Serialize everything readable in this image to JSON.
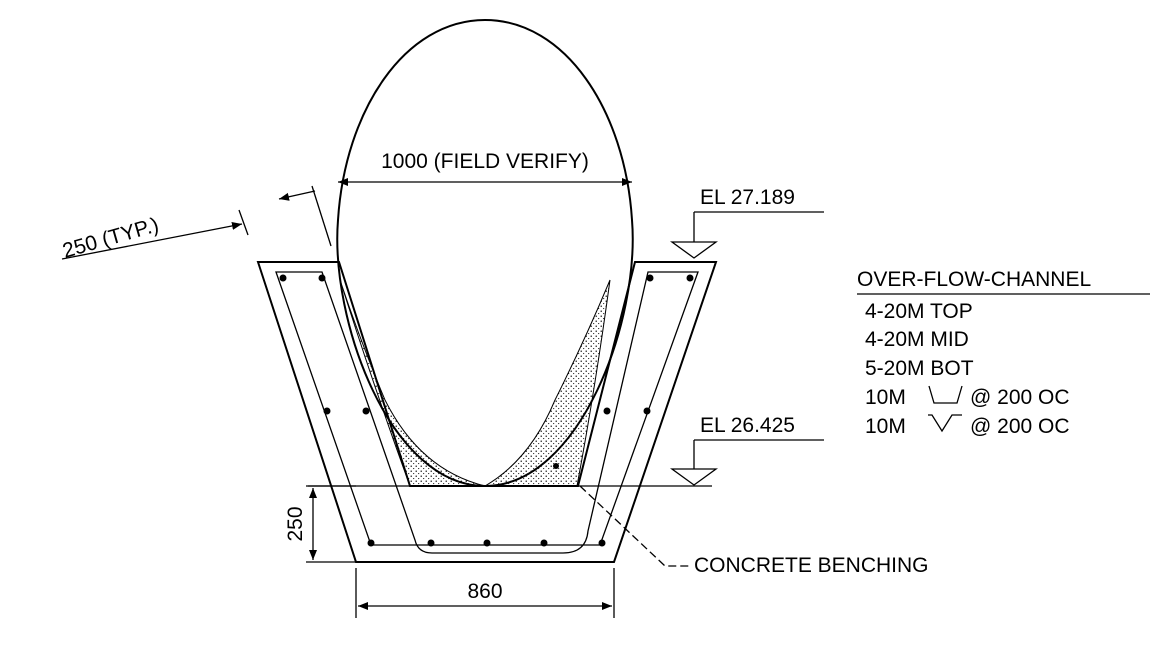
{
  "drawing": {
    "dim_width_top": "1000 (FIELD VERIFY)",
    "dim_wall_thickness": "250 (TYP.)",
    "dim_base_thickness": "250",
    "dim_base_width": "860",
    "elev_top": "EL 27.189",
    "elev_bottom": "EL 26.425",
    "callout_benching": "CONCRETE BENCHING"
  },
  "schedule": {
    "title": "OVER-FLOW-CHANNEL",
    "lines": [
      "4-20M TOP",
      "4-20M MID",
      "5-20M BOT",
      "10M",
      "@ 200 OC",
      "10M",
      "@ 200 OC"
    ]
  },
  "colors": {
    "ink": "#000000",
    "paper": "#ffffff"
  }
}
